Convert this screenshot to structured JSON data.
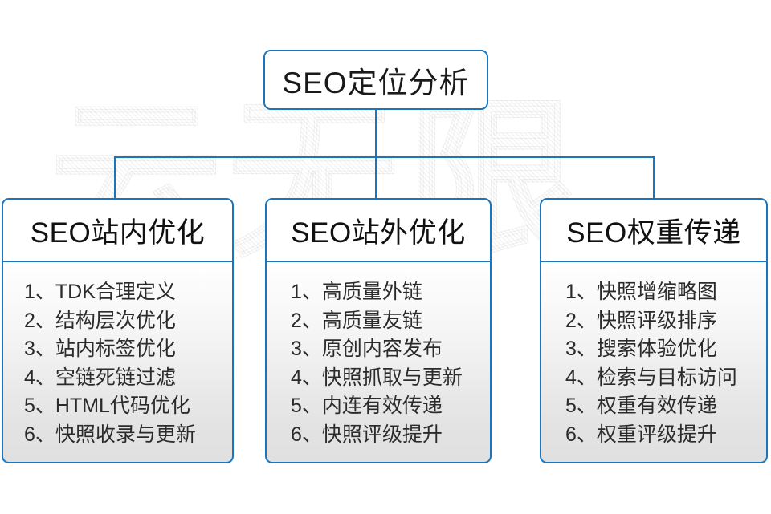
{
  "watermark": {
    "text": "云无限"
  },
  "colors": {
    "border_blue": "#1b75bc",
    "text_dark": "#1a1a1a",
    "panel_gradient_top": "#ffffff",
    "panel_gradient_bottom": "#e0e0e0",
    "background": "#ffffff"
  },
  "diagram": {
    "type": "org-chart",
    "root": {
      "label": "SEO定位分析"
    },
    "branches": [
      {
        "label": "SEO站内优化",
        "items": [
          "1、TDK合理定义",
          "2、结构层次优化",
          "3、站内标签优化",
          "4、空链死链过滤",
          "5、HTML代码优化",
          "6、快照收录与更新"
        ]
      },
      {
        "label": "SEO站外优化",
        "items": [
          "1、高质量外链",
          "2、高质量友链",
          "3、原创内容发布",
          "4、快照抓取与更新",
          "5、内连有效传递",
          "6、快照评级提升"
        ]
      },
      {
        "label": "SEO权重传递",
        "items": [
          "1、快照增缩略图",
          "2、快照评级排序",
          "3、搜索体验优化",
          "4、检索与目标访问",
          "5、权重有效传递",
          "6、权重评级提升"
        ]
      }
    ]
  }
}
